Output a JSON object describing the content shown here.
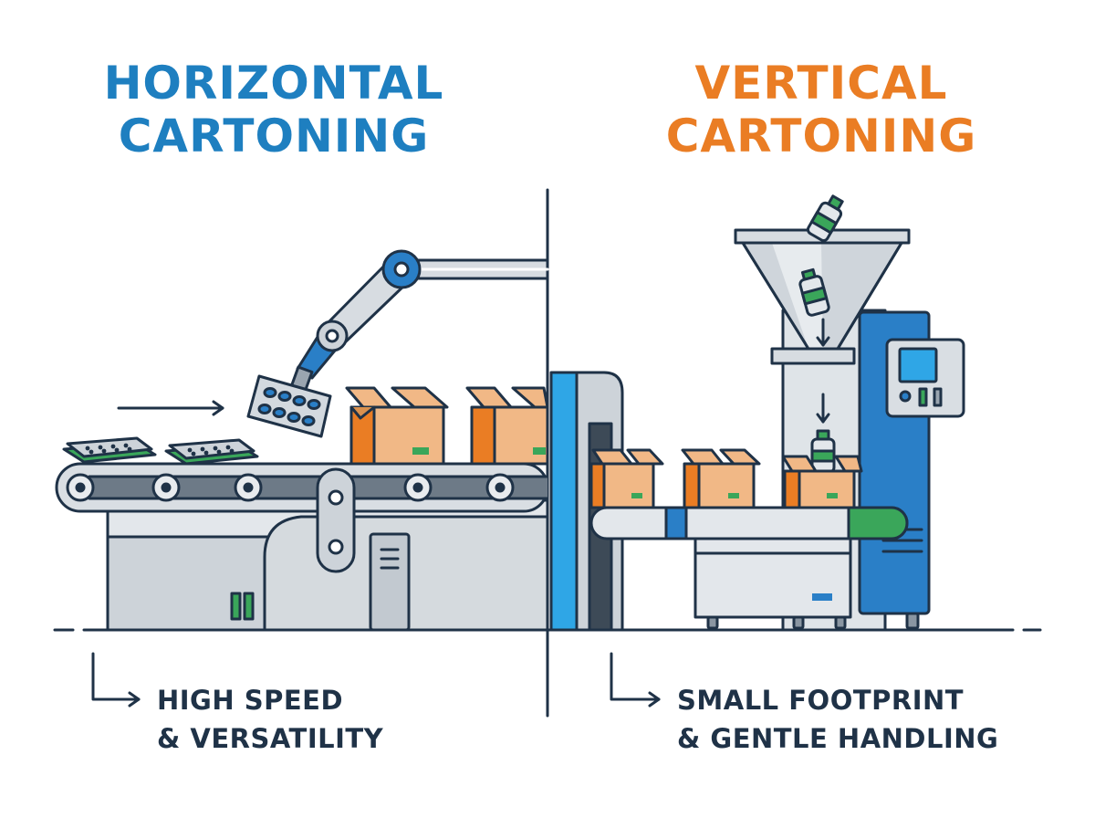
{
  "left": {
    "title_line1": "HORIZONTAL",
    "title_line2": "CARTONING",
    "caption_line1": "HIGH SPEED",
    "caption_line2": "& VERSATILITY",
    "title_color": "#1e7fc0"
  },
  "right": {
    "title_line1": "VERTICAL",
    "title_line2": "CARTONING",
    "caption_line1": "SMALL FOOTPRINT",
    "caption_line2": "& GENTLE HANDLING",
    "title_color": "#ea7d24"
  },
  "colors": {
    "ink": "#1f3247",
    "blue": "#2a7fc7",
    "blue_light": "#2fa6e6",
    "orange": "#ea7d24",
    "box": "#f1b886",
    "steel": "#cdd3d9",
    "steel_light": "#e3e7eb",
    "green": "#3aa65a"
  }
}
